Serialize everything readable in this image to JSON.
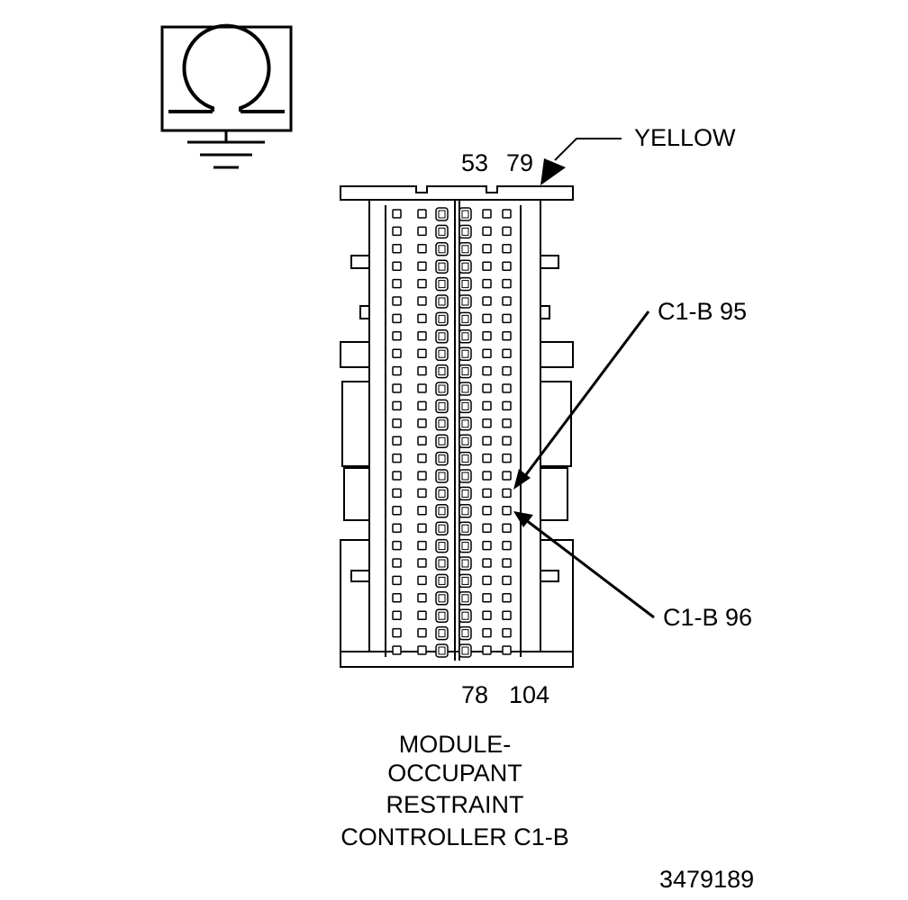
{
  "ohmmeter": {
    "icon": "ohm-symbol-icon",
    "symbol": "Ω",
    "ground": "ground-icon"
  },
  "connector": {
    "color_label": "YELLOW",
    "top_pins": [
      "53",
      "79"
    ],
    "bottom_pins": [
      "78",
      "104"
    ],
    "callouts": [
      {
        "label": "C1-B 95",
        "pin": 95
      },
      {
        "label": "C1-B 96",
        "pin": 96
      }
    ],
    "pin_columns": 6,
    "pin_rows": 26
  },
  "title": {
    "lines": [
      "MODULE-",
      "OCCUPANT",
      "RESTRAINT",
      "CONTROLLER C1-B"
    ]
  },
  "figure_number": "3479189"
}
